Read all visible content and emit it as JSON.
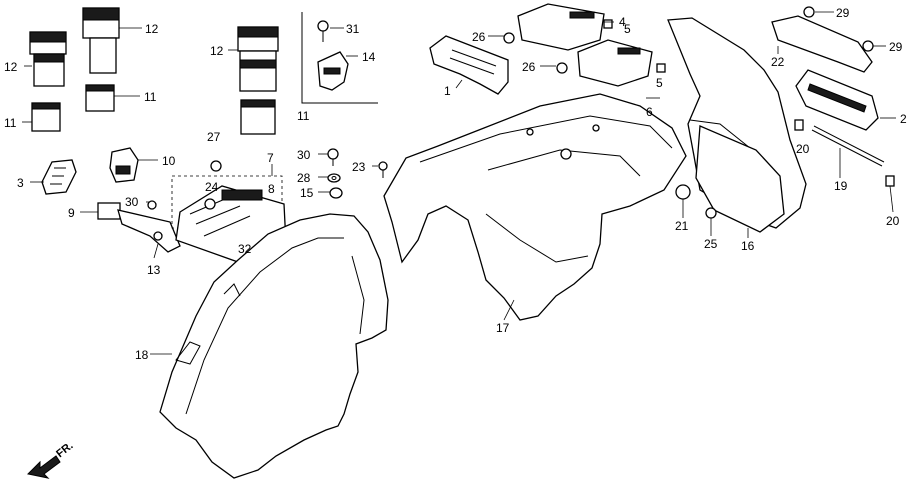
{
  "callouts": {
    "c1": "1",
    "c2": "2",
    "c3": "3",
    "c4": "4",
    "c5a": "5",
    "c5b": "5",
    "c6": "6",
    "c7": "7",
    "c8": "8",
    "c9": "9",
    "c10": "10",
    "c11a": "11",
    "c11b": "11",
    "c11c": "11",
    "c12a": "12",
    "c12b": "12",
    "c12c": "12",
    "c13": "13",
    "c14": "14",
    "c15": "15",
    "c16": "16",
    "c17": "17",
    "c18": "18",
    "c19": "19",
    "c20a": "20",
    "c20b": "20",
    "c21": "21",
    "c22": "22",
    "c23": "23",
    "c24": "24",
    "c25": "25",
    "c26a": "26",
    "c26b": "26",
    "c27": "27",
    "c28": "28",
    "c29a": "29",
    "c29b": "29",
    "c30a": "30",
    "c30b": "30",
    "c31": "31",
    "c32": "32"
  },
  "direction_label": "FR."
}
